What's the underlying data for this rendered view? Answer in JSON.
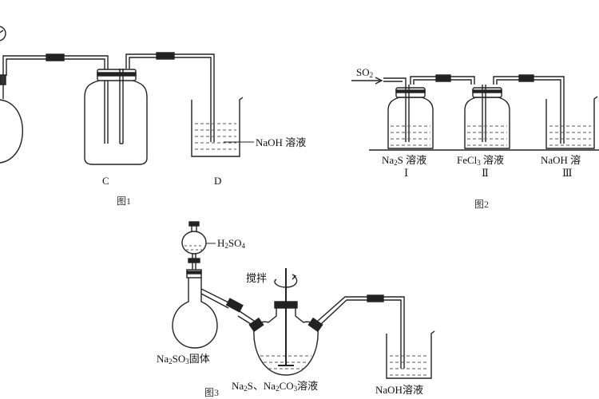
{
  "figure1": {
    "caption": "图1",
    "label_c": "C",
    "label_d": "D",
    "naoh": {
      "formula": "NaOH",
      "suffix": " 溶液"
    }
  },
  "figure2": {
    "caption": "图2",
    "so2": {
      "main": "SO",
      "sub": "2"
    },
    "bottle1": {
      "a": "Na",
      "sub": "2",
      "b": "S 溶液",
      "numeral": "Ⅰ"
    },
    "bottle2": {
      "a": "FeCl",
      "sub": "3",
      "b": " 溶液",
      "numeral": "Ⅱ"
    },
    "bottle3": {
      "a": "NaOH 溶",
      "numeral": "Ⅲ"
    }
  },
  "figure3": {
    "caption": "图3",
    "h2so4": {
      "a": "H",
      "sub1": "2",
      "b": "SO",
      "sub2": "4"
    },
    "stir": "搅拌",
    "na2so3": {
      "a": "Na",
      "sub1": "2",
      "b": "SO",
      "sub2": "3",
      "c": "固体"
    },
    "mix": {
      "a": "Na",
      "sub1": "2",
      "b": "S、Na",
      "sub2": "2",
      "c": "CO",
      "sub3": "3",
      "d": "溶液"
    },
    "naoh": {
      "a": "NaOH",
      "b": "溶液"
    }
  }
}
